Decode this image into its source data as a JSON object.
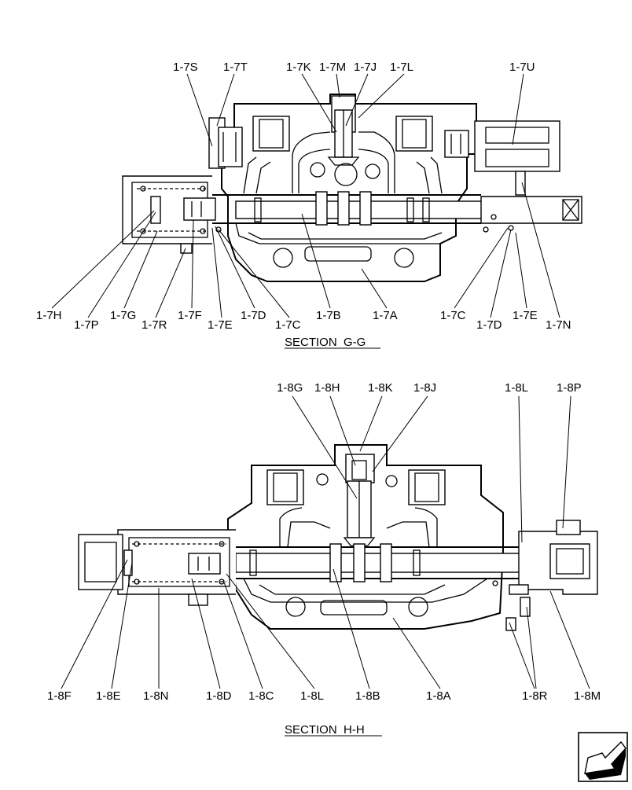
{
  "sections": [
    {
      "title": "SECTION  G-G"
    },
    {
      "title": "SECTION  H-H"
    }
  ],
  "labels_g": [
    "1-7S",
    "1-7T",
    "1-7K",
    "1-7M",
    "1-7J",
    "1-7L",
    "1-7U",
    "1-7H",
    "1-7P",
    "1-7G",
    "1-7R",
    "1-7F",
    "1-7E",
    "1-7D",
    "1-7C",
    "1-7B",
    "1-7A",
    "1-7C",
    "1-7D",
    "1-7E",
    "1-7N"
  ],
  "labels_h": [
    "1-8G",
    "1-8H",
    "1-8K",
    "1-8J",
    "1-8L",
    "1-8P",
    "1-8F",
    "1-8E",
    "1-8N",
    "1-8D",
    "1-8C",
    "1-8L",
    "1-8B",
    "1-8A",
    "1-8R",
    "1-8M"
  ],
  "nav_icon": "page-arrow-icon"
}
